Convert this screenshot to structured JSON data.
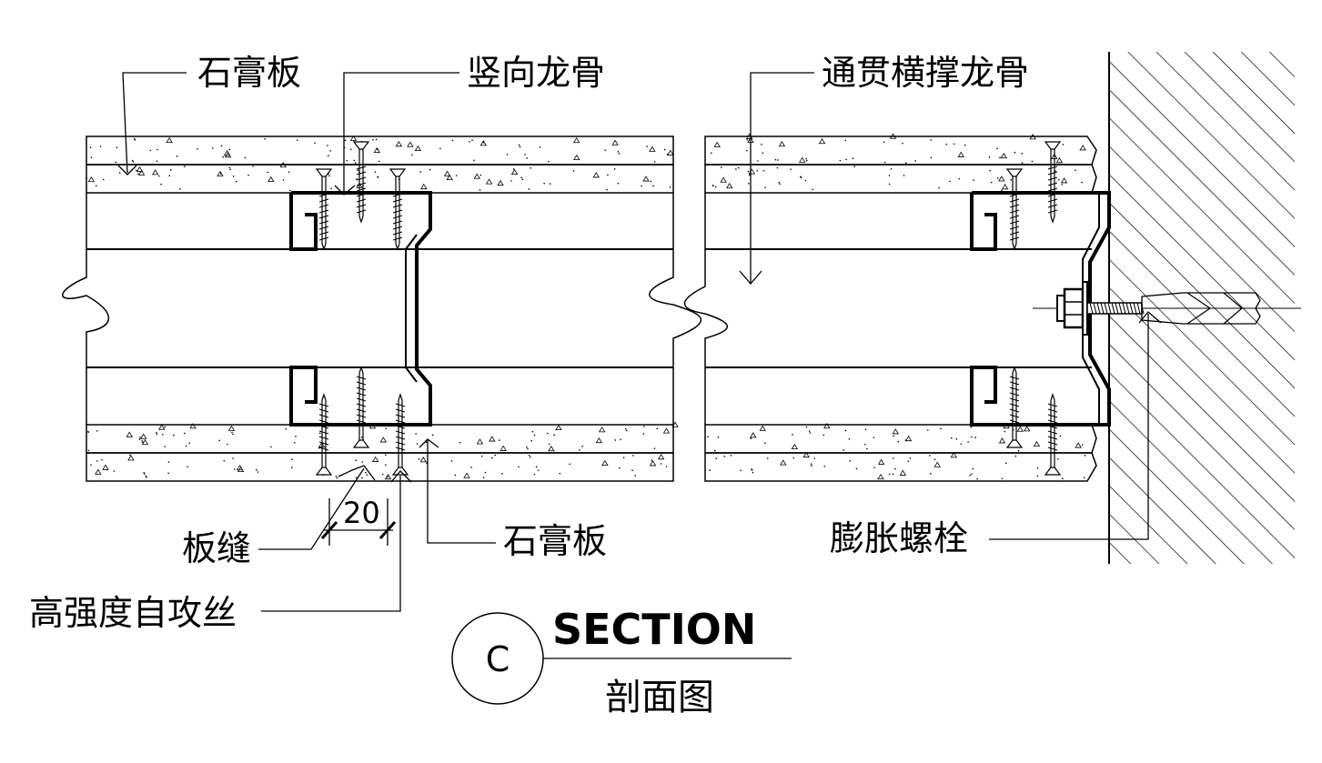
{
  "labels": {
    "gypsum_board_top": "石膏板",
    "vertical_keel": "竖向龙骨",
    "through_brace_keel": "通贯横撑龙骨",
    "board_joint": "板缝",
    "gypsum_board_bottom": "石膏板",
    "expansion_bolt": "膨胀螺栓",
    "self_tapping_screw": "高强度自攻丝"
  },
  "dimension": {
    "joint_width": "20"
  },
  "title": {
    "marker": "C",
    "name": "SECTION",
    "subtitle": "剖面图"
  }
}
